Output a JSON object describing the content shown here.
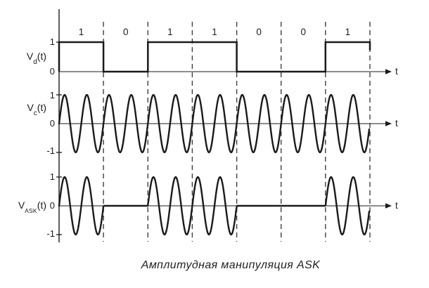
{
  "figure": {
    "caption": "Амплитудная манипуляция ASK",
    "time_axis_label": "t",
    "bits": [
      1,
      0,
      1,
      1,
      0,
      0,
      1
    ],
    "bit_labels": [
      "1",
      "0",
      "1",
      "1",
      "0",
      "0",
      "1"
    ],
    "carrier_cycles_per_bit": 2,
    "amplitude_levels": {
      "high": "1",
      "zero": "0",
      "low": "-1"
    },
    "panels": [
      {
        "id": "vd",
        "label": {
          "base": "V",
          "sub": "d",
          "suffix": "(t)"
        },
        "type": "square-digital",
        "yticks": [
          "1",
          "0"
        ]
      },
      {
        "id": "vc",
        "label": {
          "base": "V",
          "sub": "c",
          "suffix": "(t)"
        },
        "type": "sine-carrier",
        "yticks": [
          "1",
          "0",
          "-1"
        ]
      },
      {
        "id": "vask",
        "label": {
          "base": "V",
          "sub": "ASK",
          "suffix": "(t)"
        },
        "type": "ask-modulated",
        "yticks": [
          "1",
          "0",
          "-1"
        ]
      }
    ],
    "colors": {
      "ink": "#1a1a1a",
      "dash": "#3f3f3f",
      "background": "#ffffff"
    }
  }
}
